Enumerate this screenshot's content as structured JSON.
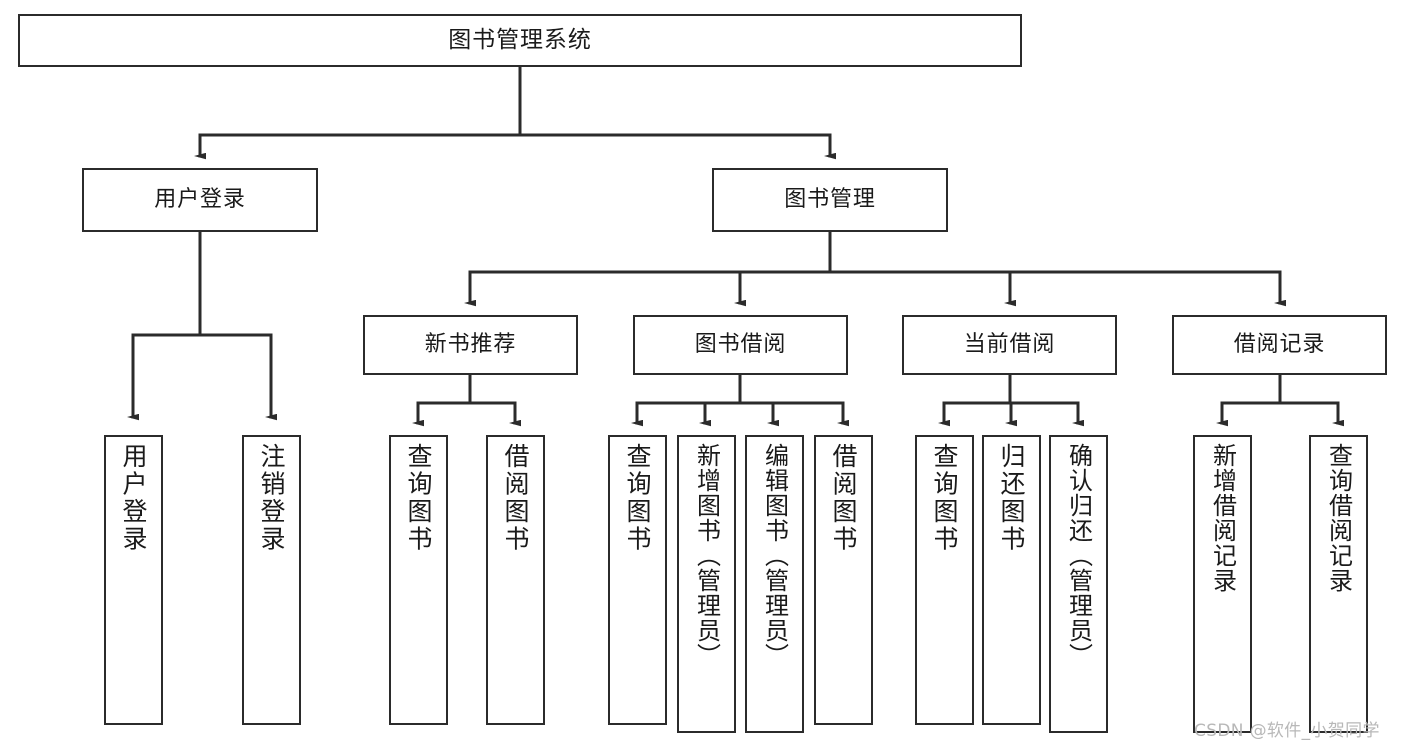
{
  "diagram": {
    "type": "tree",
    "title": "图书管理系统",
    "orientation": "top-down",
    "levels": 4,
    "edge_style": "orthogonal-arrow",
    "colors": {
      "box_stroke": "#2b2b2b",
      "box_fill": "#ffffff",
      "line": "#2b2b2b",
      "text": "#1a1a1a",
      "watermark": "#b8b8b8",
      "background": "#ffffff"
    }
  },
  "nodes": {
    "root": {
      "label": "图书管理系统"
    },
    "level2": [
      {
        "id": "user-login",
        "label": "用户登录"
      },
      {
        "id": "book-management",
        "label": "图书管理"
      }
    ],
    "level3": [
      {
        "id": "new-book-recommend",
        "label": "新书推荐"
      },
      {
        "id": "book-borrow",
        "label": "图书借阅"
      },
      {
        "id": "current-borrow",
        "label": "当前借阅"
      },
      {
        "id": "borrow-record",
        "label": "借阅记录"
      }
    ],
    "leaves": {
      "user_login": [
        {
          "id": "leaf-user-login",
          "label": "用户登录"
        },
        {
          "id": "leaf-logout-login",
          "label": "注销登录"
        }
      ],
      "new_book_recommend": [
        {
          "id": "leaf-query-book-1",
          "label": "查询图书"
        },
        {
          "id": "leaf-borrow-book-1",
          "label": "借阅图书"
        }
      ],
      "book_borrow": [
        {
          "id": "leaf-query-book-2",
          "label": "查询图书"
        },
        {
          "id": "leaf-add-book",
          "label": "新增图书（管理员）"
        },
        {
          "id": "leaf-edit-book",
          "label": "编辑图书（管理员）"
        },
        {
          "id": "leaf-borrow-book-2",
          "label": "借阅图书"
        }
      ],
      "current_borrow": [
        {
          "id": "leaf-query-book-3",
          "label": "查询图书"
        },
        {
          "id": "leaf-return-book",
          "label": "归还图书"
        },
        {
          "id": "leaf-confirm-return",
          "label": "确认归还（管理员）"
        }
      ],
      "borrow_record": [
        {
          "id": "leaf-add-record",
          "label": "新增借阅记录"
        },
        {
          "id": "leaf-query-record",
          "label": "查询借阅记录"
        }
      ]
    }
  },
  "watermark": {
    "text": "CSDN @软件_小贺同学"
  }
}
